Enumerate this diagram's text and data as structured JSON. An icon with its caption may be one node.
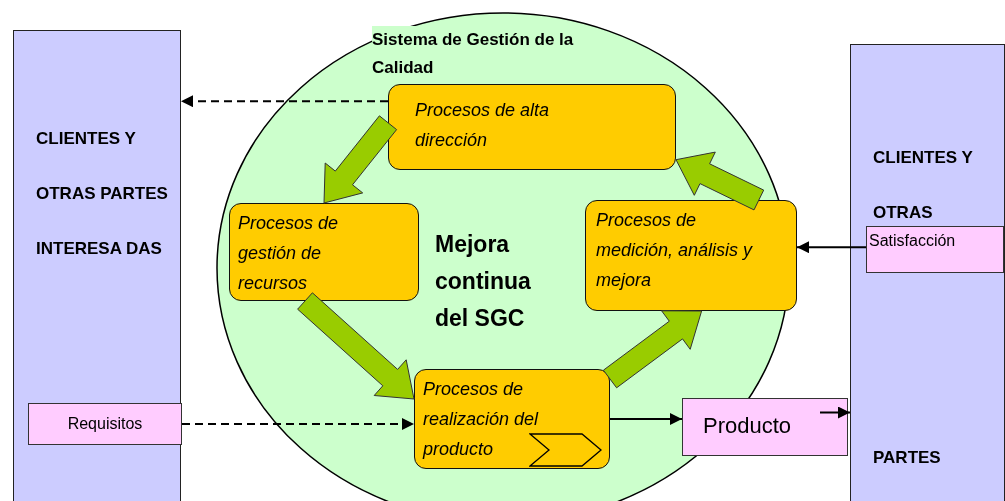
{
  "diagram": {
    "nodes": [
      {
        "text": [
          "CLIENTES Y OTRAS PARTES INTERESA DAS"
        ]
      },
      {
        "text": [
          "Requisitos"
        ],
        "in": 0
      },
      {
        "text": [
          "Sistema de Gestión de la Calidad",
          "Mejora continua del SGC"
        ]
      },
      {
        "text": [
          "Procesos de alta dirección"
        ],
        "in": 2
      },
      {
        "text": [
          "Procesos de gestión de recursos"
        ],
        "in": 2
      },
      {
        "text": [
          "Procesos de medición, análisis y mejora"
        ],
        "in": 2
      },
      {
        "text": [
          "Procesos de realización del producto"
        ],
        "in": 2
      },
      {
        "text": [
          "Producto"
        ]
      },
      {
        "text": [
          "CLIENTES Y OTRAS",
          "PARTES"
        ]
      },
      {
        "text": [
          "Satisfacción"
        ],
        "in": 8
      }
    ],
    "edges": [
      {
        "from": 3,
        "to": 0,
        "arrow": "to",
        "style": "dashed"
      },
      {
        "from": 3,
        "to": 4,
        "arrow": "to",
        "style": "thick",
        "color": "#99cc00"
      },
      {
        "from": 4,
        "to": 6,
        "arrow": "to",
        "style": "thick",
        "color": "#99cc00"
      },
      {
        "from": 6,
        "to": 5,
        "arrow": "to",
        "style": "thick",
        "color": "#99cc00"
      },
      {
        "from": 5,
        "to": 3,
        "arrow": "to",
        "style": "thick",
        "color": "#99cc00"
      },
      {
        "from": 1,
        "to": 6,
        "arrow": "to",
        "style": "dashed"
      },
      {
        "from": 6,
        "to": 7,
        "arrow": "to"
      },
      {
        "from": 7,
        "to": 8,
        "arrow": "to"
      },
      {
        "from": 9,
        "to": 5,
        "arrow": "to"
      }
    ]
  }
}
